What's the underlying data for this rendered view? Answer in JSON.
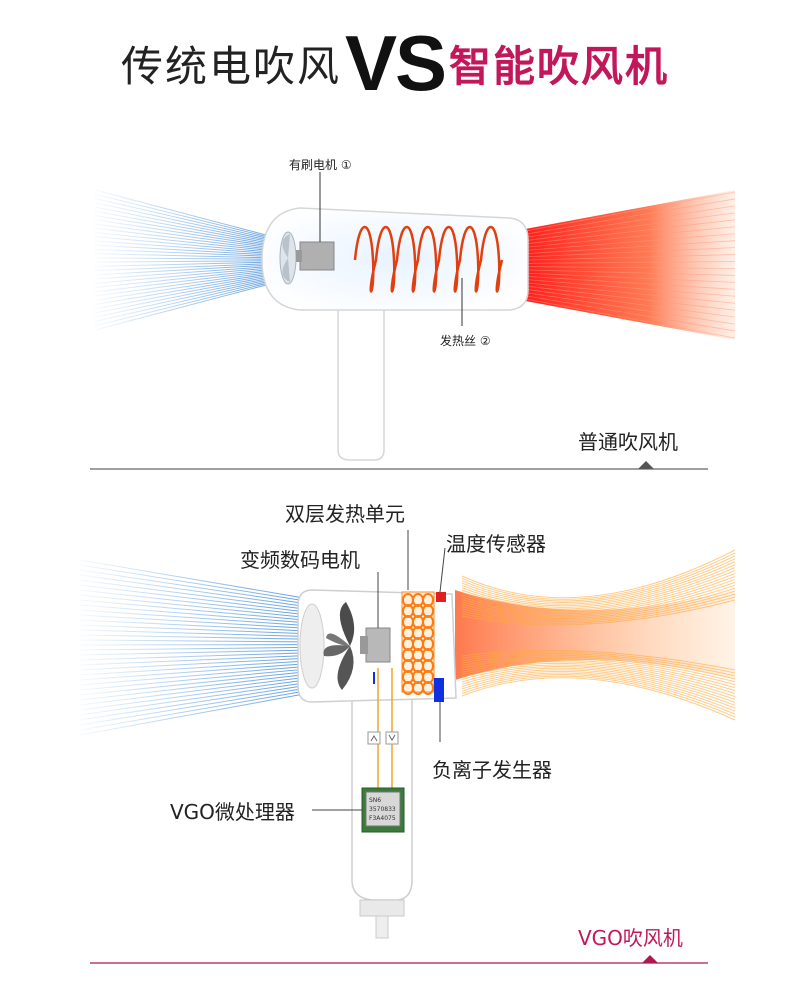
{
  "title": {
    "left": "传统电吹风",
    "vs": "VS",
    "right": "智能吹风机"
  },
  "traditional": {
    "motor_label": "有刷电机 ①",
    "heater_label": "发热丝 ②",
    "caption": "普通吹风机"
  },
  "vgo": {
    "heating_label": "双层发热单元",
    "sensor_label": "温度传感器",
    "motor_label": "变频数码电机",
    "ion_label": "负离子发生器",
    "chip_label": "VGO微处理器",
    "chip_text": [
      "SN6",
      "3570833",
      "F3A4075"
    ],
    "caption": "VGO吹风机"
  },
  "colors": {
    "accent": "#c2185b",
    "cold_air": "#4a90d9",
    "hot_air": "#ff3322",
    "warm_air": "#ff9a2a",
    "sensor": "#e02020",
    "ion": "#1030e0"
  }
}
